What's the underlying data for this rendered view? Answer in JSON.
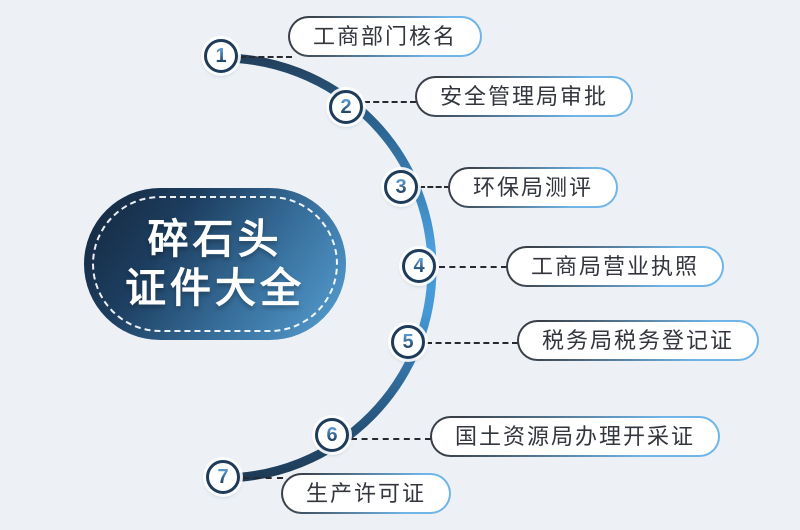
{
  "badge": {
    "line1": "碎石头",
    "line2": "证件大全"
  },
  "steps": [
    {
      "number": "1",
      "label": "工商部门核名"
    },
    {
      "number": "2",
      "label": "安全管理局审批"
    },
    {
      "number": "3",
      "label": "环保局测评"
    },
    {
      "number": "4",
      "label": "工商局营业执照"
    },
    {
      "number": "5",
      "label": "税务局税务登记证"
    },
    {
      "number": "6",
      "label": "国土资源局办理开采证"
    },
    {
      "number": "7",
      "label": "生产许可证"
    }
  ],
  "colors": {
    "background": "#edf1f6",
    "arc-light": "#4a9fdc",
    "arc-mid": "#2d6795",
    "arc-dark": "#1e3d59",
    "badge-dark": "#14263c",
    "badge-light": "#57a0d4",
    "label-border-dark": "#3a3f47",
    "label-border-light": "#6fb5e8",
    "label-text": "#33363c",
    "number-dark": "#1e3c59",
    "number-light": "#5d9fd4",
    "connector": "#26292e"
  }
}
